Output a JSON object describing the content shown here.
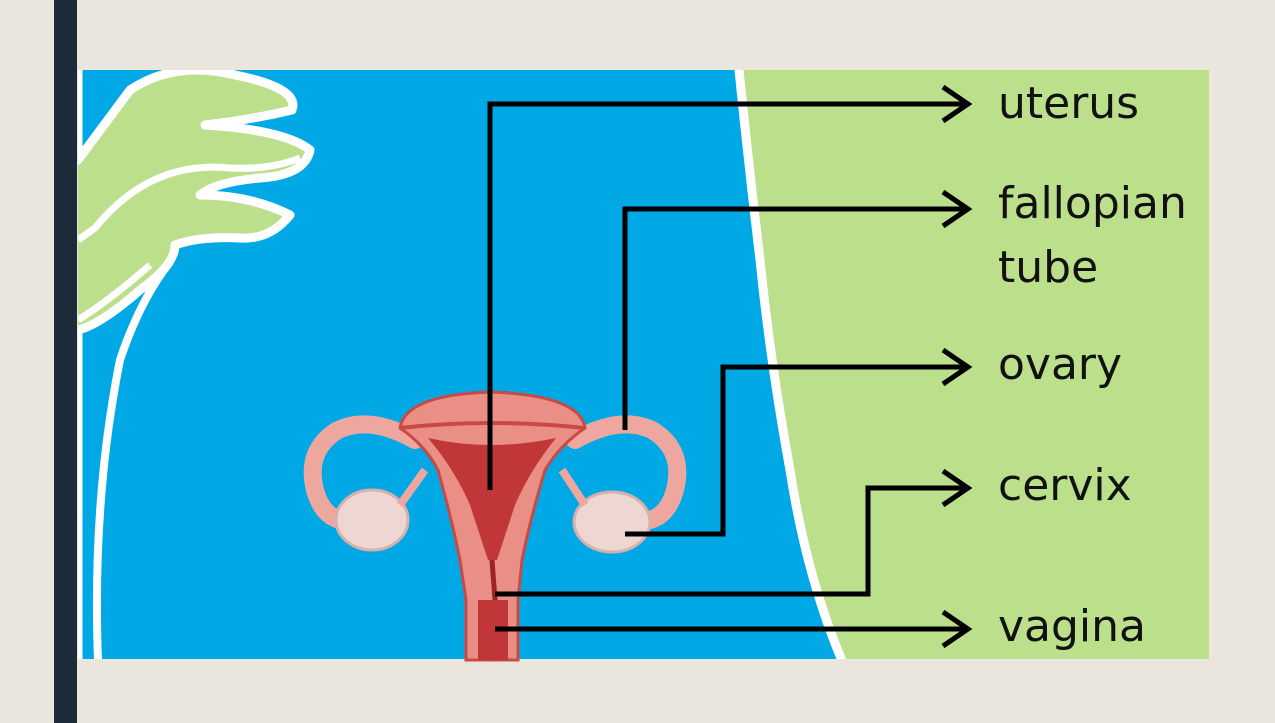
{
  "labels": {
    "uterus": "uterus",
    "fallopian_tube_line1": "fallopian",
    "fallopian_tube_line2": "tube",
    "ovary": "ovary",
    "cervix": "cervix",
    "vagina": "vagina"
  },
  "colors": {
    "background": "#ebe6dd",
    "left_bar": "#1c2a3a",
    "blue_silhouette": "#00a8e6",
    "green_panel": "#bcdf8c",
    "organ_fill": "#e98f86",
    "organ_dark": "#c94a44",
    "ovary_fill": "#eed7d3",
    "line_color": "#000000"
  }
}
